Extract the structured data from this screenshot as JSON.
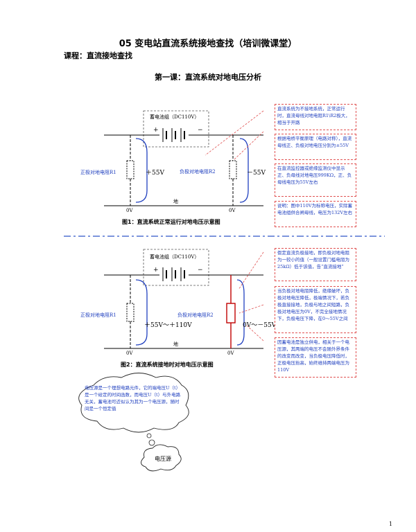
{
  "title": "05 变电站直流系统接地查找（培训微课堂）",
  "course": "课程：直流接地查找",
  "lesson": "第一课：直流系统对地电压分析",
  "fig1": {
    "battery": "蓄电池组（DC110V）",
    "plus": "+",
    "minus": "−",
    "r1": "正极对地电阻R1",
    "r2": "负极对地电阻R2",
    "v_pos": "＋55V",
    "v_neg": "－55V",
    "ground": "地",
    "zero_left": "0V",
    "zero_right": "0V",
    "caption": "图1：直流系统正常运行对地电压示意图"
  },
  "fig2": {
    "battery": "蓄电池组（DC110V）",
    "plus": "+",
    "minus": "−",
    "r1": "正极对地电阻R1",
    "r2": "负极对地电阻R2",
    "v_pos": "＋55V～＋110V",
    "v_neg": "0V～－55V",
    "ground": "地",
    "zero_left": "0V",
    "zero_right": "0V",
    "caption": "图2：直流系统接地时对地电压示意图"
  },
  "notes1": [
    "直流系统为不接地系统，正常运行时，直流母线对地电阻R1\\R2极大，相当于开路",
    "根据电桥平衡原理（电路对称），直流母线正、负极对地电压分别为±55V",
    "在直流监控器或绝缘监测仪中显示正、负母线对地电压999KΩ，正、负母线电压为55V左右",
    "说明：图中110V为标称电压，实际蓄电池组供合闸母线，电压为132V左右"
  ],
  "notes2": [
    "假定直流负极接地，即负极对地电阻为一较小的值（一般设置门槛电阻为25kΩ）低于该值，告“直流接地”",
    "当负极对地电阻降低，绝缘破坏，负极对地电压降低，极端情况下，若负极直接接地，负极与地之间短路，负极对地电压为0V，不完全接地情况下，负极电压下降，在0～55V之间",
    "因蓄电池是独立供电，相关于一个电压源，其两端的电压不会随外界条件的改变而改变，当负极电压降低时，正极电压抬高，始终维持两端电压为110V"
  ],
  "cloud": {
    "text": "电压源是一个理想电路元件，它的端电压U（t）是一个给定的时间函数，而电压U（t）与外电路无关，蓄电池可近似认为其为一个电压源，随时间是一个恒定值",
    "label": "电压源"
  },
  "page_number": "1",
  "colors": {
    "wire_blue": "#1f3fbf",
    "note_border": "#e05050",
    "grounded_red": "#c00000",
    "divider_blue": "#2f55c8"
  }
}
